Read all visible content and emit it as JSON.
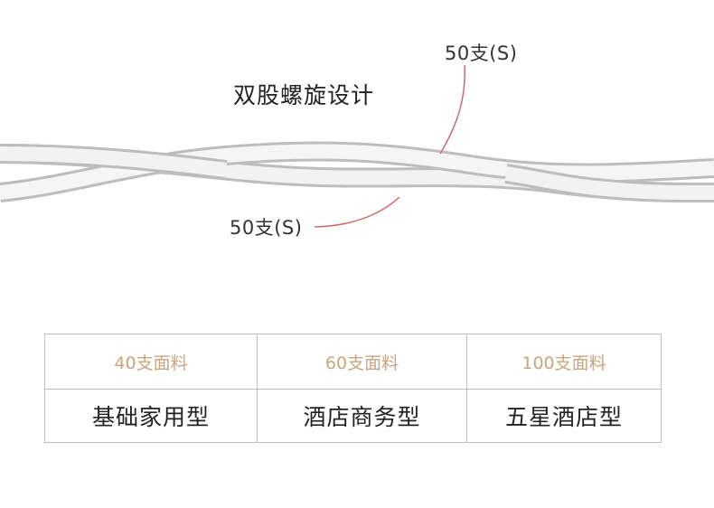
{
  "illustration": {
    "title": "双股螺旋设计",
    "label_top": "50支(S)",
    "label_bottom": "50支(S)",
    "accent_color": "#c96a6a"
  },
  "table": {
    "columns": [
      {
        "fabric": "40支面料",
        "type": "基础家用型"
      },
      {
        "fabric": "60支面料",
        "type": "酒店商务型"
      },
      {
        "fabric": "100支面料",
        "type": "五星酒店型"
      }
    ],
    "header_color": "#c9a57d"
  }
}
